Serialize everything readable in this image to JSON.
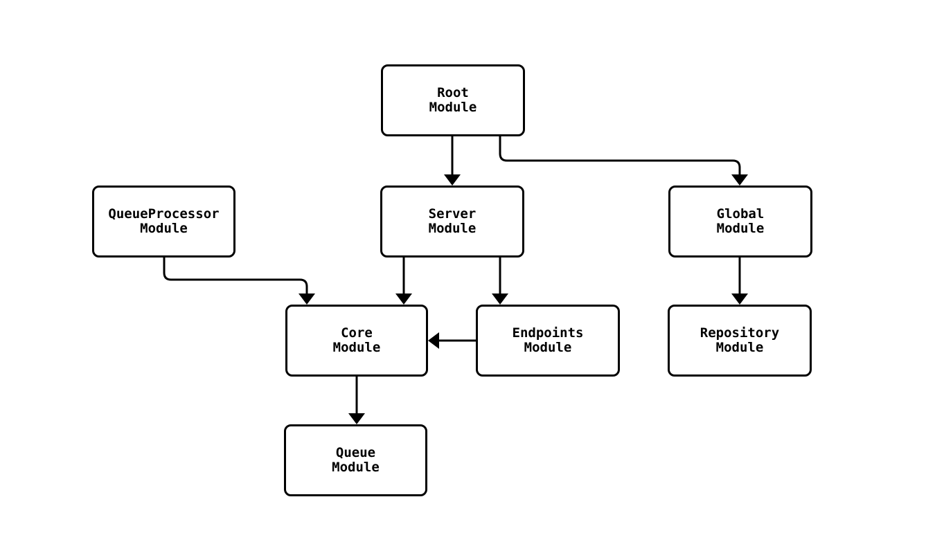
{
  "diagram": {
    "type": "module-dependency-graph",
    "colors": {
      "background": "#ffffff",
      "node_fill": "#ffffff",
      "node_border": "#000000",
      "edge": "#000000",
      "text": "#000000"
    },
    "nodes": {
      "root": {
        "line1": "Root",
        "line2": "Module"
      },
      "queue_processor": {
        "line1": "QueueProcessor",
        "line2": "Module"
      },
      "server": {
        "line1": "Server",
        "line2": "Module"
      },
      "global": {
        "line1": "Global",
        "line2": "Module"
      },
      "core": {
        "line1": "Core",
        "line2": "Module"
      },
      "endpoints": {
        "line1": "Endpoints",
        "line2": "Module"
      },
      "repository": {
        "line1": "Repository",
        "line2": "Module"
      },
      "queue": {
        "line1": "Queue",
        "line2": "Module"
      }
    },
    "edges": [
      {
        "from": "Root Module",
        "to": "Server Module"
      },
      {
        "from": "Root Module",
        "to": "Global Module"
      },
      {
        "from": "QueueProcessor Module",
        "to": "Core Module"
      },
      {
        "from": "Server Module",
        "to": "Core Module"
      },
      {
        "from": "Server Module",
        "to": "Endpoints Module"
      },
      {
        "from": "Endpoints Module",
        "to": "Core Module"
      },
      {
        "from": "Global Module",
        "to": "Repository Module"
      },
      {
        "from": "Core Module",
        "to": "Queue Module"
      }
    ]
  }
}
